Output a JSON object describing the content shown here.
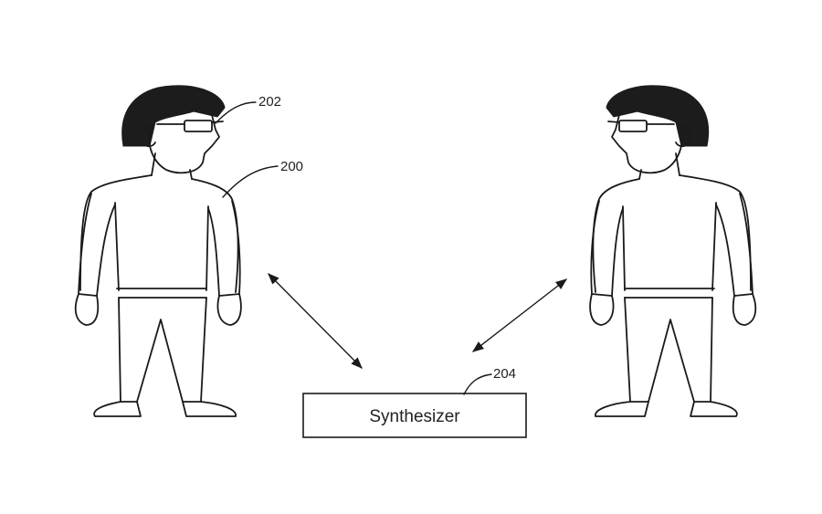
{
  "labels": {
    "glasses_ref": "202",
    "person_ref": "200",
    "synth_ref": "204"
  },
  "synthesizer": {
    "label": "Synthesizer"
  }
}
